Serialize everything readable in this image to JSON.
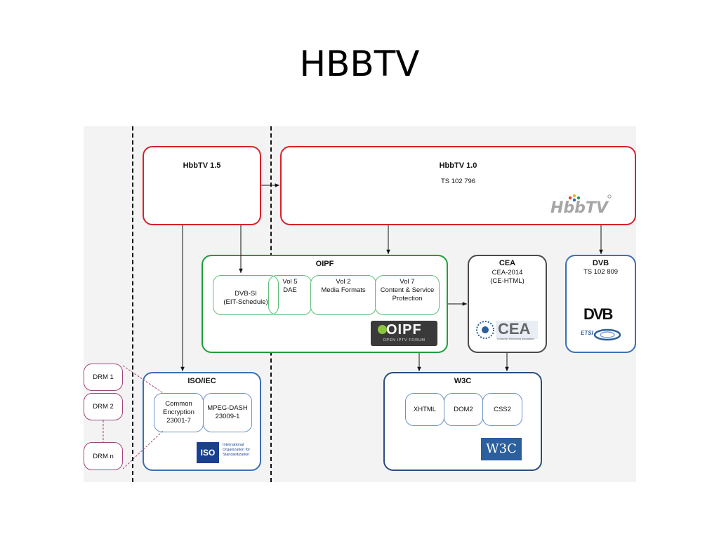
{
  "slide": {
    "title": "HBBTV"
  },
  "hbbtv15": {
    "title": "HbbTV 1.5"
  },
  "hbbtv10": {
    "title": "HbbTV 1.0",
    "spec": "TS 102 796",
    "logo": "HbbTV"
  },
  "oipf": {
    "title": "OIPF",
    "items": [
      "DVB-SI\n(EIT-Schedule)",
      "Vol 5\nDAE",
      "Vol 2\nMedia Formats",
      "Vol 7\nContent & Service\nProtection"
    ],
    "logo": "OIPF",
    "logo_sub": "OPEN IPTV FORUM"
  },
  "cea": {
    "title": "CEA",
    "spec": "CEA-2014\n(CE-HTML)",
    "logo": "CEA",
    "logo_sub": "Consumer Electronics Association"
  },
  "dvb": {
    "title": "DVB",
    "spec": "TS 102 809",
    "logo": "DVB",
    "logo2": "ETSI"
  },
  "iso": {
    "title": "ISO/IEC",
    "items": [
      "Common\nEncryption\n23001-7",
      "MPEG-DASH\n23009-1"
    ],
    "logo": "ISO",
    "logo_text": "International\nOrganization for\nStandardization"
  },
  "w3c": {
    "title": "W3C",
    "items": [
      "XHTML",
      "DOM2",
      "CSS2"
    ],
    "logo": "W3C"
  },
  "drm": [
    "DRM 1",
    "DRM 2",
    "DRM n"
  ],
  "colors": {
    "red": "#d8222b",
    "green": "#1e9e3c",
    "blue": "#3c6fb4",
    "navy": "#2b4d7e",
    "grey": "#4a4a4a",
    "drm": "#a0457a",
    "w3c_logo": "#2c5f9e",
    "iso_logo": "#1b3f8f"
  }
}
